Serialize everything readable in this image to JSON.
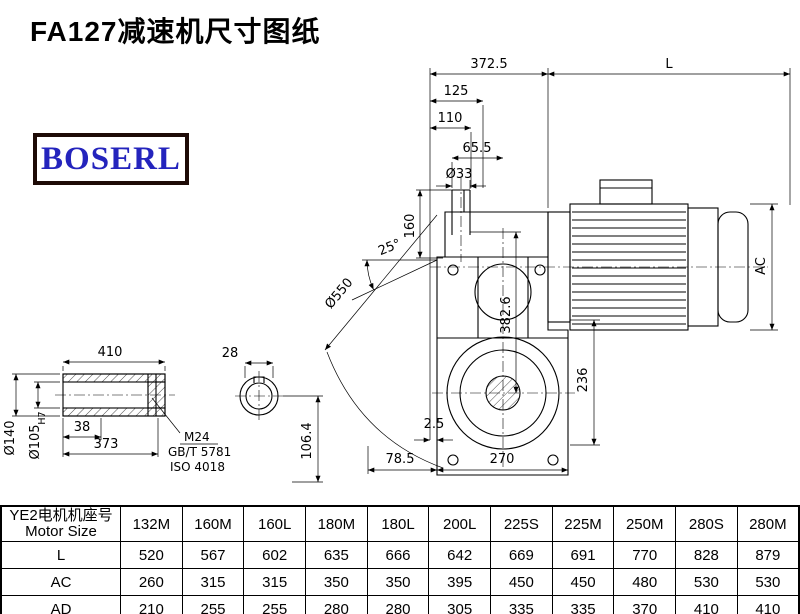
{
  "title": "FA127减速机尺寸图纸",
  "logo": "BOSERL",
  "drawing": {
    "dims": {
      "top_width": "372.5",
      "motor_length": "L",
      "d125": "125",
      "d110": "110",
      "d65_5": "65.5",
      "shaft_dia": "Ø33",
      "d160": "160",
      "swing_angle": "25°",
      "swing_dia": "Ø550",
      "height": "382.6",
      "motor_dia": "AC",
      "d236": "236",
      "d2_5": "2.5",
      "d78_5": "78.5",
      "d270": "270",
      "shaft_len": "410",
      "d28": "28",
      "hub_dia": "Ø140",
      "bore_dia": "Ø105",
      "bore_tol": "H7",
      "d38": "38",
      "d373": "373",
      "d106_4": "106.4",
      "bolt": "M24",
      "bolt_std": "GB/T 5781",
      "bolt_iso": "ISO 4018"
    }
  },
  "table": {
    "header_title_cn": "YE2电机机座号",
    "header_title_en": "Motor Size",
    "header": [
      "132M",
      "160M",
      "160L",
      "180M",
      "180L",
      "200L",
      "225S",
      "225M",
      "250M",
      "280S",
      "280M"
    ],
    "rows": [
      {
        "label": "L",
        "values": [
          "520",
          "567",
          "602",
          "635",
          "666",
          "642",
          "669",
          "691",
          "770",
          "828",
          "879"
        ]
      },
      {
        "label": "AC",
        "values": [
          "260",
          "315",
          "315",
          "350",
          "350",
          "395",
          "450",
          "450",
          "480",
          "530",
          "530"
        ]
      },
      {
        "label": "AD",
        "values": [
          "210",
          "255",
          "255",
          "280",
          "280",
          "305",
          "335",
          "335",
          "370",
          "410",
          "410"
        ]
      }
    ]
  }
}
